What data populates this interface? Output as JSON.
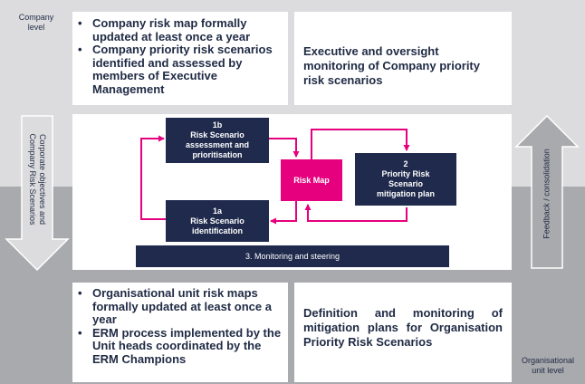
{
  "labels": {
    "company_level": [
      "Company",
      "level"
    ],
    "organisational_level": [
      "Organisational",
      "unit level"
    ],
    "left_arrow": [
      "Corporate objectives and",
      "Company Risk Scenarios"
    ],
    "right_arrow": "Feedback / consolidation"
  },
  "top_left": {
    "bullets": [
      "Company risk map formally updated at least once a year",
      "Company priority risk scenarios identified and assessed by members of Executive Management"
    ]
  },
  "top_right": {
    "text": "Executive and oversight monitoring of Company priority risk scenarios"
  },
  "bottom_left": {
    "bullets": [
      "Organisational unit risk maps formally updated at least once a year",
      "ERM process implemented by the Unit heads coordinated by the ERM Champions"
    ]
  },
  "bottom_right": {
    "text": "Definition and monitoring of mitigation plans for Organisation Priority Risk Scenarios"
  },
  "process": {
    "b1": {
      "num": "1b",
      "line1": "Risk Scenario",
      "line2": "assessment and",
      "line3": "prioritisation"
    },
    "a1": {
      "num": "1a",
      "line1": "Risk Scenario",
      "line2": "identification"
    },
    "p2": {
      "num": "2",
      "line1": "Priority Risk",
      "line2": "Scenario",
      "line3": "mitigation plan"
    },
    "risk_map": "Risk Map",
    "monitoring": "3. Monitoring and steering"
  },
  "colors": {
    "navy": "#1f2a4c",
    "magenta": "#e6007e",
    "top_band": "#dcdcde",
    "bottom_band": "#a9aaad"
  }
}
